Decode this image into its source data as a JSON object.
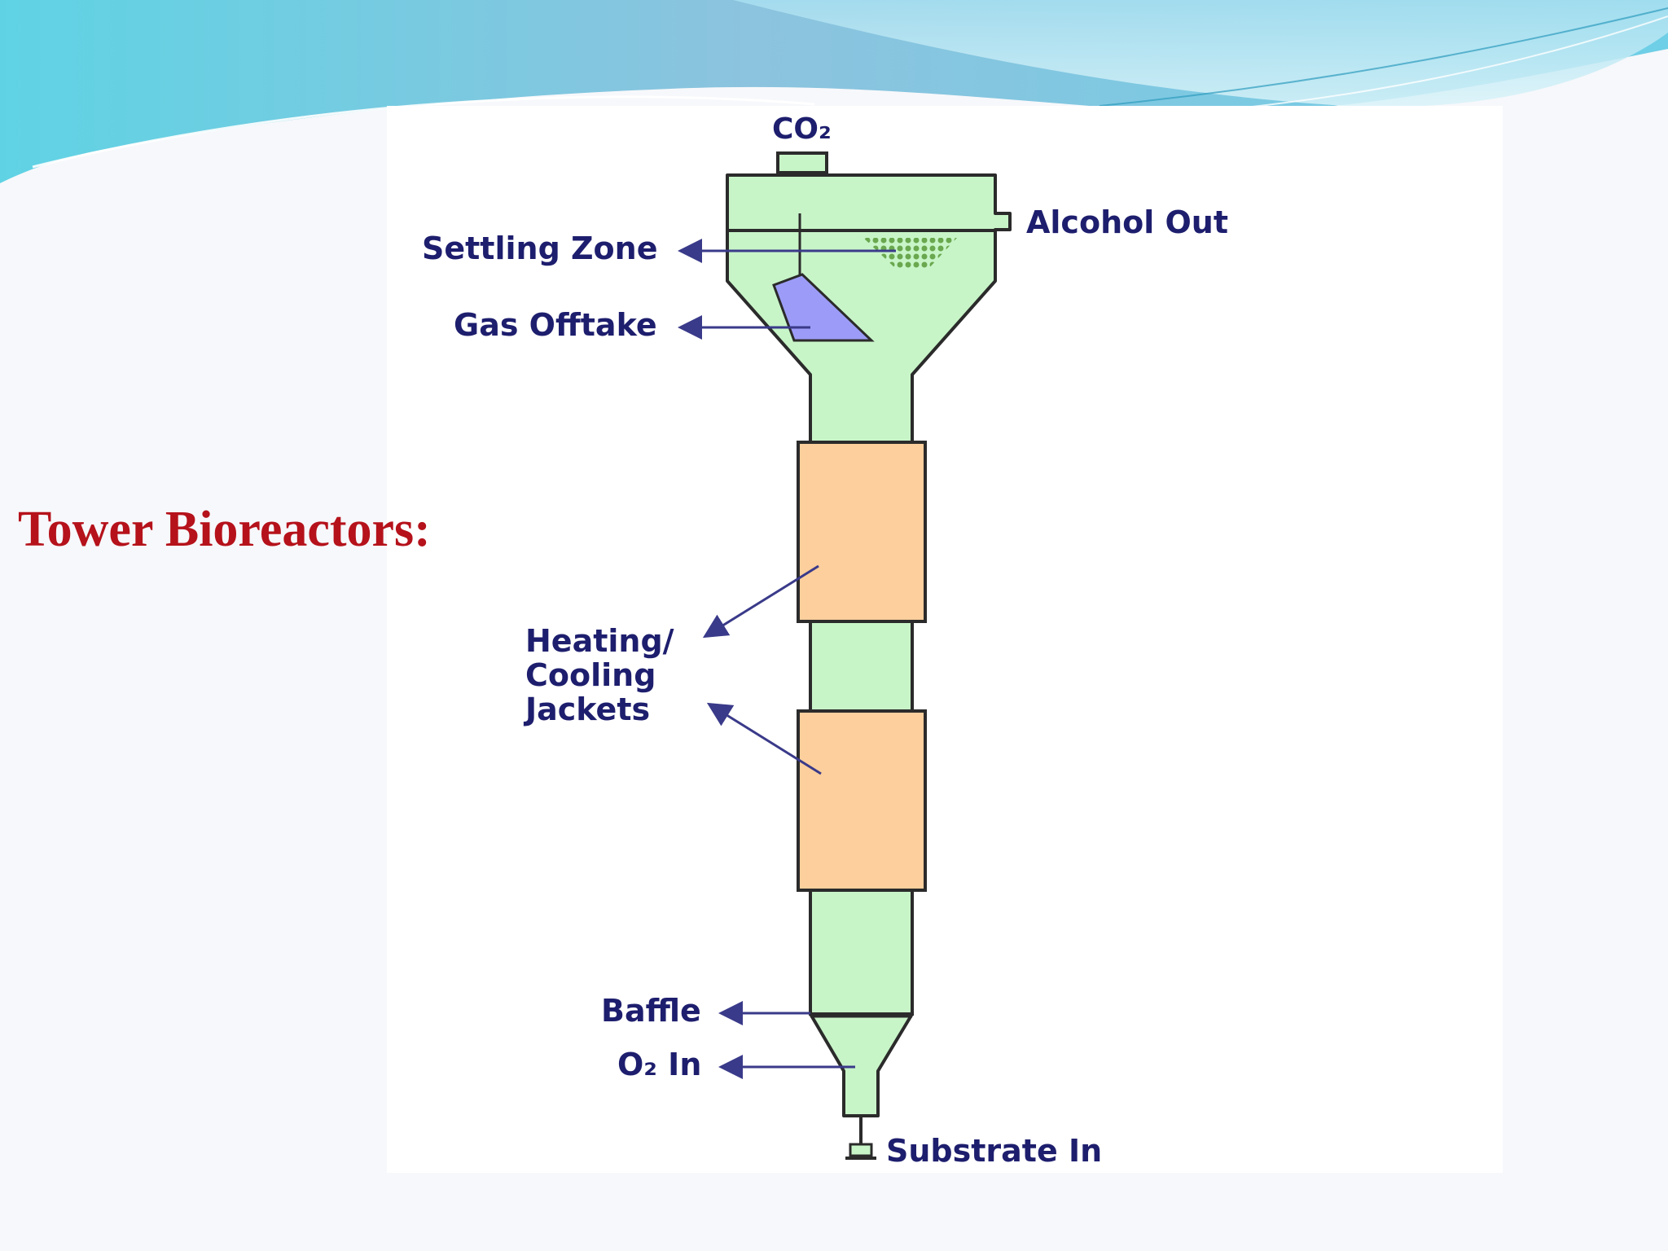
{
  "slide": {
    "title": "Tower Bioreactors:"
  },
  "diagram": {
    "labels": {
      "co2": "CO₂",
      "alcohol_out": "Alcohol Out",
      "settling_zone": "Settling Zone",
      "gas_offtake": "Gas Offtake",
      "heating_cooling_line1": "Heating/",
      "heating_cooling_line2": "Cooling",
      "heating_cooling_line3": "Jackets",
      "baffle": "Baffle",
      "o2_in": "O₂ In",
      "substrate_in": "Substrate In"
    },
    "colors": {
      "vessel_fill": "#c8f5c8",
      "jacket_fill": "#fccf9c",
      "gas_offtake_fill": "#9c9cf8",
      "settling_dots": "#6aa84f",
      "outline": "#2b2b2b",
      "arrow": "#3a3a8a",
      "label": "#1e1e6e",
      "title": "#b5121b"
    }
  }
}
